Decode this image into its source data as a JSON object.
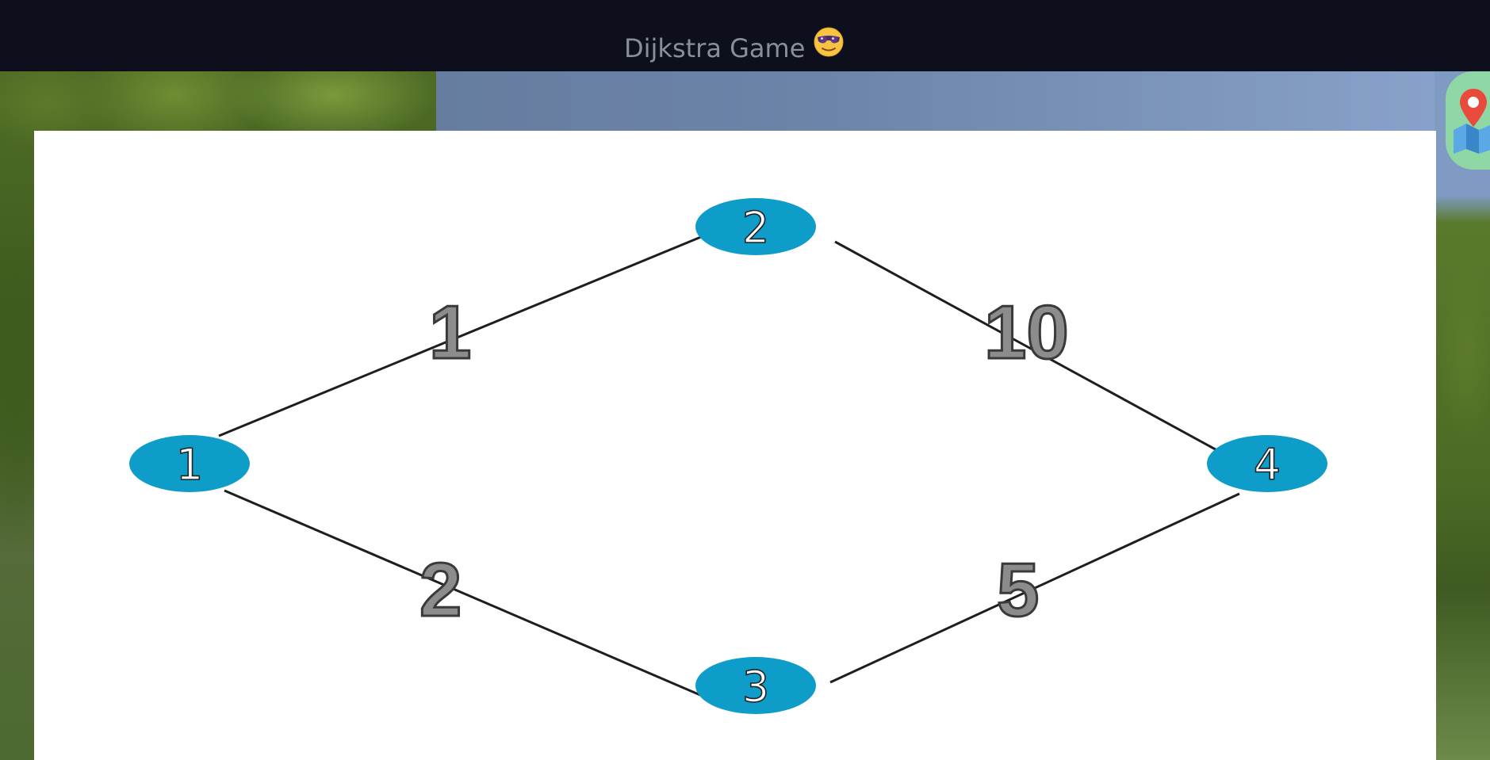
{
  "header": {
    "title": "Dijkstra Game",
    "emoji": "😎"
  },
  "map_button": {
    "icon": "map-pin-icon"
  },
  "graph": {
    "nodes": [
      {
        "id": "1",
        "label": "1"
      },
      {
        "id": "2",
        "label": "2"
      },
      {
        "id": "3",
        "label": "3"
      },
      {
        "id": "4",
        "label": "4"
      }
    ],
    "edges": [
      {
        "from": "1",
        "to": "2",
        "weight": "1"
      },
      {
        "from": "2",
        "to": "4",
        "weight": "10"
      },
      {
        "from": "1",
        "to": "3",
        "weight": "2"
      },
      {
        "from": "3",
        "to": "4",
        "weight": "5"
      }
    ],
    "colors": {
      "node": "#0e9cc8",
      "edge": "#1e1e1e",
      "weight": "#8c8c8c"
    }
  }
}
